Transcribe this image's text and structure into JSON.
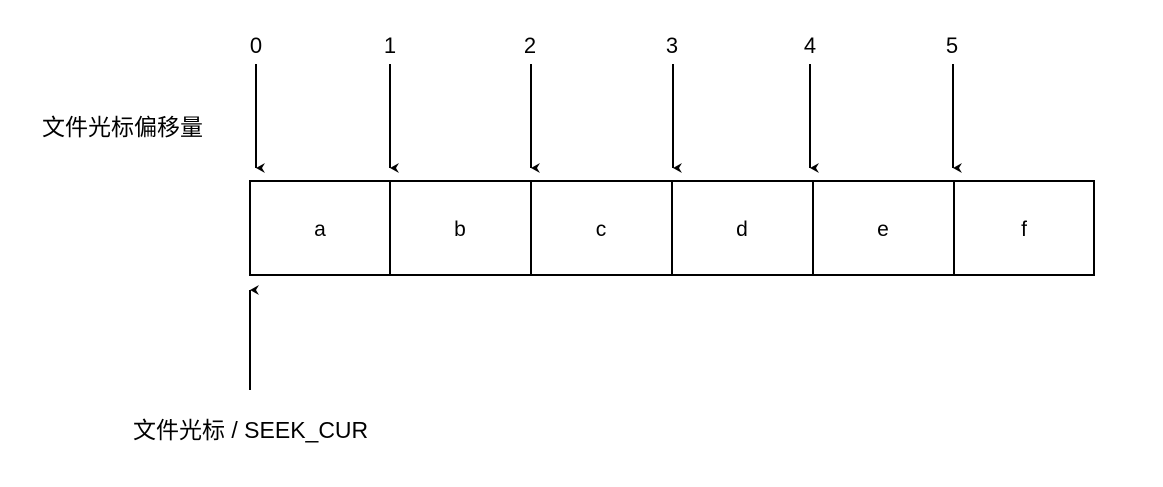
{
  "diagram": {
    "offset_label": "文件光标偏移量",
    "cursor_label": "文件光标 / SEEK_CUR",
    "offsets": [
      "0",
      "1",
      "2",
      "3",
      "4",
      "5"
    ],
    "cells": [
      "a",
      "b",
      "c",
      "d",
      "e",
      "f"
    ],
    "colors": {
      "stroke": "#000000",
      "fill": "#ffffff",
      "text": "#000000"
    }
  }
}
